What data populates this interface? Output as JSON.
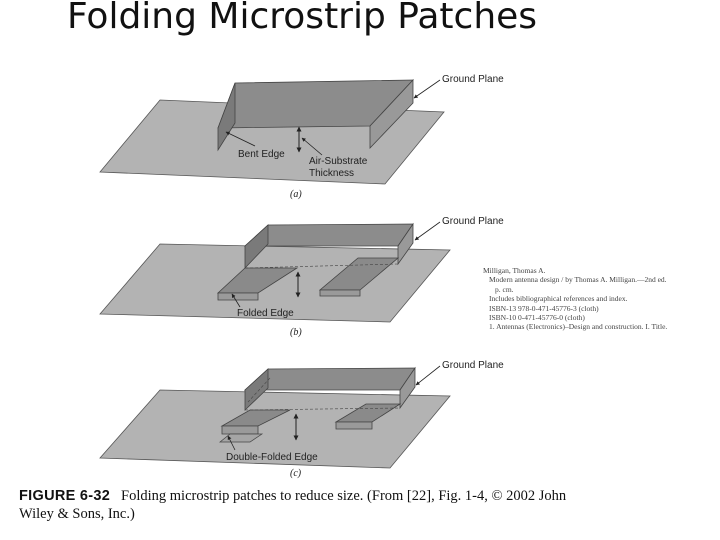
{
  "slide": {
    "title": "Folding Microstrip Patches"
  },
  "figure": {
    "panels": [
      {
        "id": "a",
        "sub_label": "(a)",
        "labels": {
          "ground": "Ground Plane",
          "edge": "Bent Edge",
          "thickness_1": "Air-Substrate",
          "thickness_2": "Thickness"
        }
      },
      {
        "id": "b",
        "sub_label": "(b)",
        "labels": {
          "ground": "Ground Plane",
          "edge": "Folded Edge"
        }
      },
      {
        "id": "c",
        "sub_label": "(c)",
        "labels": {
          "ground": "Ground Plane",
          "edge": "Double-Folded Edge"
        }
      }
    ],
    "caption_number": "FIGURE 6-32",
    "caption_line1": "Folding microstrip patches to reduce size. (From [22], Fig. 1-4, © 2002 John",
    "caption_line2": "Wiley & Sons, Inc.)"
  },
  "catalog": {
    "lines": [
      "Milligan, Thomas A.",
      "Modern antenna design / by Thomas A. Milligan.—2nd ed.",
      "p. cm.",
      "Includes bibliographical references and index.",
      "ISBN-13 978-0-471-45776-3 (cloth)",
      "ISBN-10 0-471-45776-0 (cloth)",
      "1. Antennas (Electronics)–Design and construction.   I. Title."
    ]
  },
  "colors": {
    "ground": "#b3b3b3",
    "patch_top": "#8c8c8c",
    "patch_side": "#7a7a7a",
    "patch_front": "#9a9a9a"
  }
}
